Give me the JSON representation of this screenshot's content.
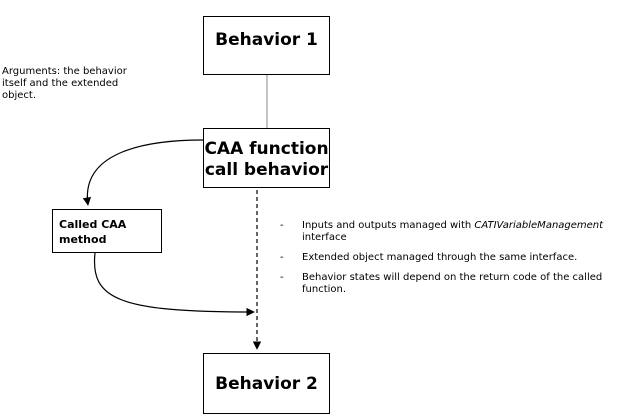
{
  "boxes": {
    "behavior1": "Behavior 1",
    "caa_function": "CAA function call behavior",
    "called_method": "Called CAA method",
    "behavior2": "Behavior 2"
  },
  "note": "Arguments: the behavior itself and the extended object.",
  "bullets": [
    {
      "dash": "-",
      "text_before": "Inputs and outputs managed with ",
      "emphasis": "CATIVariableManagement",
      "text_after": " interface"
    },
    {
      "dash": "-",
      "text_before": "Extended object managed through the same interface.",
      "emphasis": "",
      "text_after": ""
    },
    {
      "dash": "-",
      "text_before": "Behavior states will depend on the return code of the called function.",
      "emphasis": "",
      "text_after": ""
    }
  ]
}
